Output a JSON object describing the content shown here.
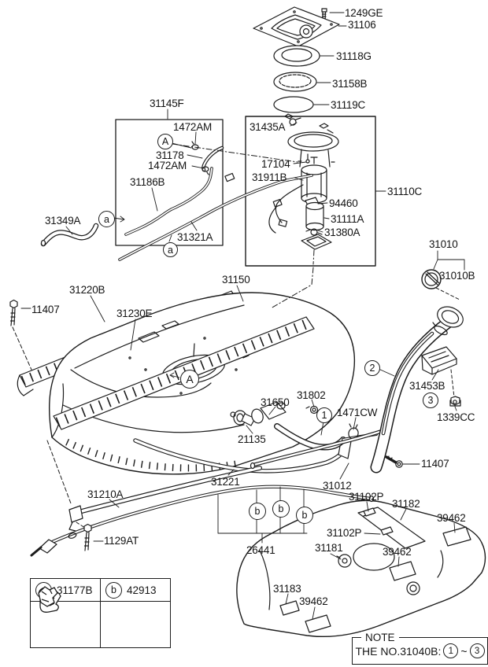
{
  "diagram": {
    "subject": "fuel-tank-parts-exploded-diagram"
  },
  "labels": {
    "1249GE": "1249GE",
    "31106": "31106",
    "31118G": "31118G",
    "31158B": "31158B",
    "31119C": "31119C",
    "31435A": "31435A",
    "17104": "17104",
    "31911B": "31911B",
    "94460": "94460",
    "31111A": "31111A",
    "31380A": "31380A",
    "31110C": "31110C",
    "31145F": "31145F",
    "1472AM": "1472AM",
    "31178": "31178",
    "31186B": "31186B",
    "31349A": "31349A",
    "31321A": "31321A",
    "31220B": "31220B",
    "11407": "11407",
    "31230E": "31230E",
    "31150": "31150",
    "31010": "31010",
    "31010B": "31010B",
    "31453B": "31453B",
    "1339CC": "1339CC",
    "1471CW": "1471CW",
    "31650": "31650",
    "31802": "31802",
    "21135": "21135",
    "31221": "31221",
    "31012": "31012",
    "31102P": "31102P",
    "31182": "31182",
    "39462": "39462",
    "31181": "31181",
    "26441": "26441",
    "31210A": "31210A",
    "1129AT": "1129AT",
    "31183": "31183"
  },
  "callouts": {
    "A": "A",
    "a": "a",
    "b": "b",
    "n1": "1",
    "n2": "2",
    "n3": "3"
  },
  "legend": {
    "a_part": "31177B",
    "b_part": "42913"
  },
  "note": {
    "title": "NOTE",
    "prefix": "THE NO.31040B:",
    "range_tilde": "~",
    "range_from": "1",
    "range_to": "3"
  },
  "colors": {
    "line": "#1c1c1c",
    "background": "#ffffff"
  }
}
